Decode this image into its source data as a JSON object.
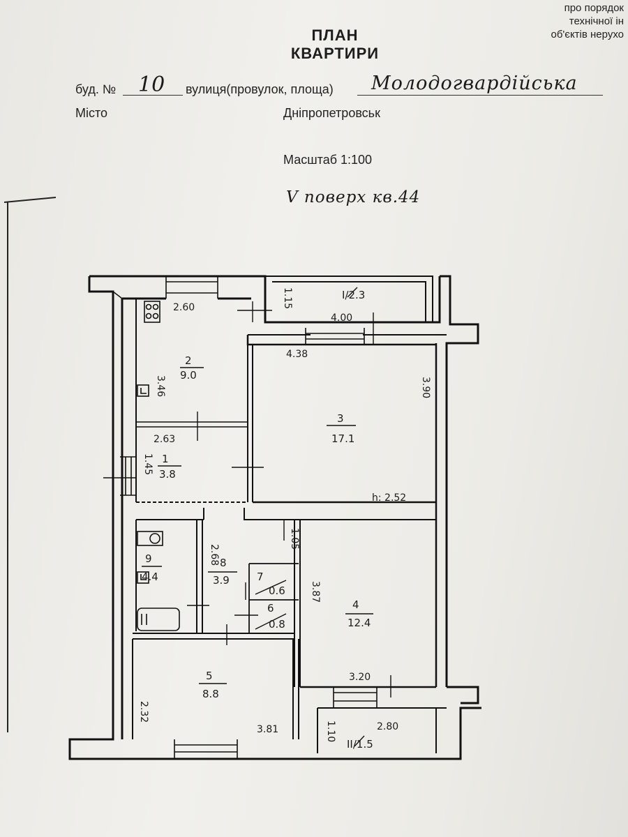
{
  "header": {
    "corner_lines": [
      "про порядок",
      "технічної ін",
      "об'єктів нерухо"
    ],
    "title_line1": "ПЛАН",
    "title_line2": "КВАРТИРИ"
  },
  "form": {
    "building_label": "буд. №",
    "building_value": "10",
    "street_label": "вулиця(провулок, площа)",
    "street_value": "Молодогвардійська",
    "city_label": "Місто",
    "city_value": "Дніпропетровськ",
    "scale_label": "Масштаб 1:100",
    "floor_note": "V поверх кв.44"
  },
  "rooms": [
    {
      "num": "1",
      "area": "3.8"
    },
    {
      "num": "2",
      "area": "9.0"
    },
    {
      "num": "3",
      "area": "17.1"
    },
    {
      "num": "4",
      "area": "12.4"
    },
    {
      "num": "5",
      "area": "8.8"
    },
    {
      "num": "6",
      "area": "0.8"
    },
    {
      "num": "7",
      "area": "0.6"
    },
    {
      "num": "8",
      "area": "3.9"
    },
    {
      "num": "9",
      "area": "4.4"
    }
  ],
  "balconies": [
    {
      "label": "I/2.3"
    },
    {
      "label": "II/1.5"
    }
  ],
  "dimensions": {
    "kitchen_width": "2.60",
    "kitchen_length": "3.46",
    "balcony1_depth": "1.15",
    "balcony1_width": "4.00",
    "room3_width": "4.38",
    "room3_length": "3.90",
    "hall_width": "2.63",
    "hall_length": "1.45",
    "ceiling_height": "h: 2.52",
    "corridor_length": "2.68",
    "room4_top": "1.05",
    "room4_length": "3.87",
    "room4_width": "3.20",
    "room5_length": "2.32",
    "room5_width": "3.81",
    "balcony2_depth": "1.10",
    "balcony2_width": "2.80"
  }
}
